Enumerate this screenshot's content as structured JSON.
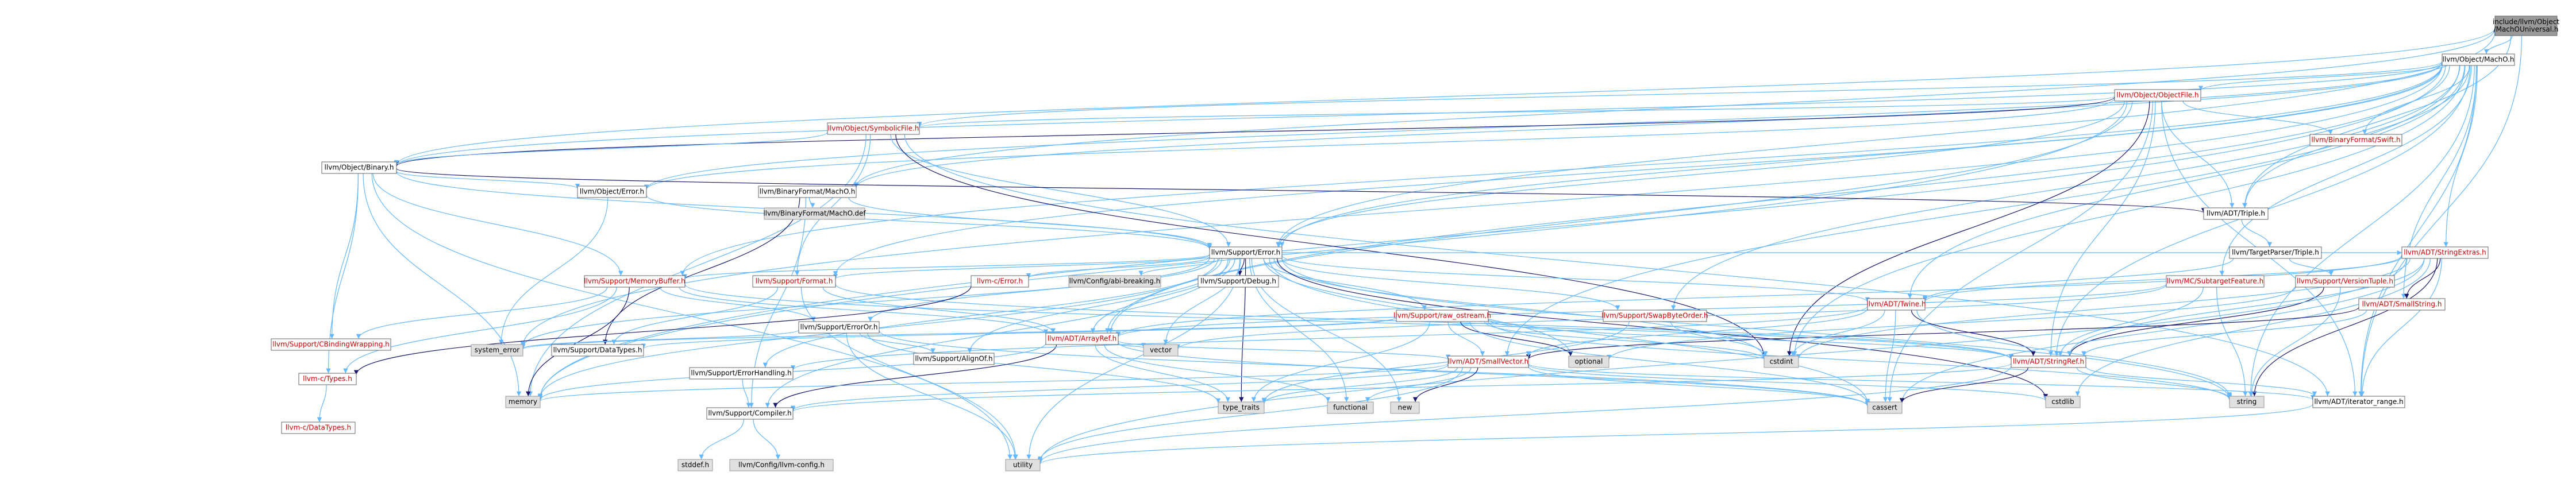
{
  "colors": {
    "root_fill": "#999999",
    "normal_fill": "#ffffff",
    "normal_stroke": "#666666",
    "gray_fill": "#e0e0e0",
    "gray_stroke": "#999999",
    "red_text": "#cc0000",
    "black_text": "#000000",
    "edge_blue": "#63b8ff",
    "edge_dark": "#191970"
  },
  "nodes": [
    {
      "id": "root",
      "lines": [
        "include/llvm/Object",
        "/MachOUniversal.h"
      ],
      "kind": "root"
    },
    {
      "id": "macho",
      "lines": [
        "llvm/Object/MachO.h"
      ],
      "kind": "normal"
    },
    {
      "id": "objectfile",
      "lines": [
        "llvm/Object/ObjectFile.h"
      ],
      "kind": "red"
    },
    {
      "id": "symbolicfile",
      "lines": [
        "llvm/Object/SymbolicFile.h"
      ],
      "kind": "red"
    },
    {
      "id": "swift",
      "lines": [
        "llvm/BinaryFormat/Swift.h"
      ],
      "kind": "red"
    },
    {
      "id": "binary",
      "lines": [
        "llvm/Object/Binary.h"
      ],
      "kind": "normal"
    },
    {
      "id": "objerror",
      "lines": [
        "llvm/Object/Error.h"
      ],
      "kind": "normal"
    },
    {
      "id": "bfmacho",
      "lines": [
        "llvm/BinaryFormat/MachO.h"
      ],
      "kind": "normal"
    },
    {
      "id": "machodef",
      "lines": [
        "llvm/BinaryFormat/MachO.def"
      ],
      "kind": "gray"
    },
    {
      "id": "triple",
      "lines": [
        "llvm/ADT/Triple.h"
      ],
      "kind": "normal"
    },
    {
      "id": "tripleparser",
      "lines": [
        "llvm/TargetParser/Triple.h"
      ],
      "kind": "normal"
    },
    {
      "id": "versiontuple",
      "lines": [
        "llvm/Support/VersionTuple.h"
      ],
      "kind": "red"
    },
    {
      "id": "supporterror",
      "lines": [
        "llvm/Support/Error.h"
      ],
      "kind": "normal"
    },
    {
      "id": "stringextras",
      "lines": [
        "llvm/ADT/StringExtras.h"
      ],
      "kind": "red"
    },
    {
      "id": "subtarget",
      "lines": [
        "llvm/MC/SubtargetFeature.h"
      ],
      "kind": "red"
    },
    {
      "id": "smallstring",
      "lines": [
        "llvm/ADT/SmallString.h"
      ],
      "kind": "red"
    },
    {
      "id": "memorybuffer",
      "lines": [
        "llvm/Support/MemoryBuffer.h"
      ],
      "kind": "red"
    },
    {
      "id": "cbinding",
      "lines": [
        "llvm/Support/CBindingWrapping.h"
      ],
      "kind": "red"
    },
    {
      "id": "ctypes",
      "lines": [
        "llvm-c/Types.h"
      ],
      "kind": "red"
    },
    {
      "id": "cdatatypes",
      "lines": [
        "llvm-c/DataTypes.h"
      ],
      "kind": "red"
    },
    {
      "id": "format",
      "lines": [
        "llvm/Support/Format.h"
      ],
      "kind": "red"
    },
    {
      "id": "cerror",
      "lines": [
        "llvm-c/Error.h"
      ],
      "kind": "red"
    },
    {
      "id": "abibreaking",
      "lines": [
        "llvm/Config/abi-breaking.h"
      ],
      "kind": "gray"
    },
    {
      "id": "debug",
      "lines": [
        "llvm/Support/Debug.h"
      ],
      "kind": "normal"
    },
    {
      "id": "erroror",
      "lines": [
        "llvm/Support/ErrorOr.h"
      ],
      "kind": "normal"
    },
    {
      "id": "alignof",
      "lines": [
        "llvm/Support/AlignOf.h"
      ],
      "kind": "normal"
    },
    {
      "id": "arrayref",
      "lines": [
        "llvm/ADT/ArrayRef.h"
      ],
      "kind": "red"
    },
    {
      "id": "twine",
      "lines": [
        "llvm/ADT/Twine.h"
      ],
      "kind": "red"
    },
    {
      "id": "rawostream",
      "lines": [
        "llvm/Support/raw_ostream.h"
      ],
      "kind": "red"
    },
    {
      "id": "swapbyte",
      "lines": [
        "llvm/Support/SwapByteOrder.h"
      ],
      "kind": "red"
    },
    {
      "id": "smallvector",
      "lines": [
        "llvm/ADT/SmallVector.h"
      ],
      "kind": "red"
    },
    {
      "id": "stringref",
      "lines": [
        "llvm/ADT/StringRef.h"
      ],
      "kind": "red"
    },
    {
      "id": "iterrange",
      "lines": [
        "llvm/ADT/iterator_range.h"
      ],
      "kind": "normal"
    },
    {
      "id": "errorhandling",
      "lines": [
        "llvm/Support/ErrorHandling.h"
      ],
      "kind": "normal"
    },
    {
      "id": "datatypes",
      "lines": [
        "llvm/Support/DataTypes.h"
      ],
      "kind": "normal"
    },
    {
      "id": "compiler",
      "lines": [
        "llvm/Support/Compiler.h"
      ],
      "kind": "normal"
    },
    {
      "id": "llvmconfig",
      "lines": [
        "llvm/Config/llvm-config.h"
      ],
      "kind": "gray"
    },
    {
      "id": "stddef",
      "lines": [
        "stddef.h"
      ],
      "kind": "gray"
    },
    {
      "id": "utility",
      "lines": [
        "utility"
      ],
      "kind": "gray"
    },
    {
      "id": "systemerror",
      "lines": [
        "system_error"
      ],
      "kind": "gray"
    },
    {
      "id": "memory",
      "lines": [
        "memory"
      ],
      "kind": "gray"
    },
    {
      "id": "vector",
      "lines": [
        "vector"
      ],
      "kind": "gray"
    },
    {
      "id": "typetraits",
      "lines": [
        "type_traits"
      ],
      "kind": "gray"
    },
    {
      "id": "functional",
      "lines": [
        "functional"
      ],
      "kind": "gray"
    },
    {
      "id": "new",
      "lines": [
        "new"
      ],
      "kind": "gray"
    },
    {
      "id": "optional",
      "lines": [
        "optional"
      ],
      "kind": "gray"
    },
    {
      "id": "cstdint",
      "lines": [
        "cstdint"
      ],
      "kind": "gray"
    },
    {
      "id": "cassert",
      "lines": [
        "cassert"
      ],
      "kind": "gray"
    },
    {
      "id": "cstdlib",
      "lines": [
        "cstdlib"
      ],
      "kind": "gray"
    },
    {
      "id": "string",
      "lines": [
        "string"
      ],
      "kind": "gray"
    }
  ],
  "edges": [
    [
      "root",
      "macho"
    ],
    [
      "root",
      "triple"
    ],
    [
      "root",
      "binary"
    ],
    [
      "root",
      "iterrange"
    ],
    [
      "root",
      "bfmacho"
    ],
    [
      "root",
      "supporterror"
    ],
    [
      "macho",
      "objectfile"
    ],
    [
      "macho",
      "swift"
    ],
    [
      "macho",
      "symbolicfile"
    ],
    [
      "macho",
      "binary"
    ],
    [
      "macho",
      "objerror"
    ],
    [
      "macho",
      "bfmacho"
    ],
    [
      "macho",
      "supporterror"
    ],
    [
      "macho",
      "triple"
    ],
    [
      "macho",
      "stringextras"
    ],
    [
      "macho",
      "subtarget"
    ],
    [
      "macho",
      "smallstring"
    ],
    [
      "macho",
      "arrayref"
    ],
    [
      "macho",
      "stringref"
    ],
    [
      "macho",
      "iterrange"
    ],
    [
      "macho",
      "format"
    ],
    [
      "macho",
      "memorybuffer"
    ],
    [
      "macho",
      "swapbyte"
    ],
    [
      "macho",
      "cstdint"
    ],
    [
      "macho",
      "memory"
    ],
    [
      "macho",
      "string"
    ],
    [
      "macho",
      "systemerror"
    ],
    [
      "macho",
      "smallvector"
    ],
    [
      "macho",
      "twine"
    ],
    [
      "objectfile",
      "symbolicfile"
    ],
    [
      "objectfile",
      "swift"
    ],
    [
      "objectfile",
      "binary"
    ],
    [
      "objectfile",
      "objerror"
    ],
    [
      "objectfile",
      "triple"
    ],
    [
      "objectfile",
      "supporterror"
    ],
    [
      "objectfile",
      "arrayref"
    ],
    [
      "objectfile",
      "iterrange"
    ],
    [
      "objectfile",
      "cassert"
    ],
    [
      "objectfile",
      "cstdint"
    ],
    [
      "objectfile",
      "memory"
    ],
    [
      "objectfile",
      "stringref"
    ],
    [
      "symbolicfile",
      "binary"
    ],
    [
      "symbolicfile",
      "supporterror"
    ],
    [
      "symbolicfile",
      "format"
    ],
    [
      "symbolicfile",
      "iterrange"
    ],
    [
      "symbolicfile",
      "cstdint"
    ],
    [
      "symbolicfile",
      "memory"
    ],
    [
      "binary",
      "ctypes"
    ],
    [
      "binary",
      "cbinding"
    ],
    [
      "binary",
      "objerror"
    ],
    [
      "binary",
      "supporterror"
    ],
    [
      "binary",
      "memorybuffer"
    ],
    [
      "binary",
      "triple"
    ],
    [
      "binary",
      "memory"
    ],
    [
      "binary",
      "utility"
    ],
    [
      "objerror",
      "supporterror"
    ],
    [
      "objerror",
      "systemerror"
    ],
    [
      "bfmacho",
      "machodef"
    ],
    [
      "bfmacho",
      "supporterror"
    ],
    [
      "bfmacho",
      "datatypes"
    ],
    [
      "bfmacho",
      "compiler"
    ],
    [
      "triple",
      "tripleparser"
    ],
    [
      "tripleparser",
      "twine"
    ],
    [
      "tripleparser",
      "versiontuple"
    ],
    [
      "versiontuple",
      "optional"
    ],
    [
      "versiontuple",
      "string"
    ],
    [
      "versiontuple",
      "stringref"
    ],
    [
      "supporterror",
      "cerror"
    ],
    [
      "supporterror",
      "stringextras"
    ],
    [
      "supporterror",
      "twine"
    ],
    [
      "supporterror",
      "abibreaking"
    ],
    [
      "supporterror",
      "alignof"
    ],
    [
      "supporterror",
      "compiler"
    ],
    [
      "supporterror",
      "debug"
    ],
    [
      "supporterror",
      "errorhandling"
    ],
    [
      "supporterror",
      "erroror"
    ],
    [
      "supporterror",
      "format"
    ],
    [
      "supporterror",
      "rawostream"
    ],
    [
      "supporterror",
      "cassert"
    ],
    [
      "supporterror",
      "cstdint"
    ],
    [
      "supporterror",
      "cstdlib"
    ],
    [
      "supporterror",
      "functional"
    ],
    [
      "supporterror",
      "memory"
    ],
    [
      "supporterror",
      "new"
    ],
    [
      "supporterror",
      "optional"
    ],
    [
      "supporterror",
      "string"
    ],
    [
      "supporterror",
      "systemerror"
    ],
    [
      "supporterror",
      "typetraits"
    ],
    [
      "supporterror",
      "utility"
    ],
    [
      "supporterror",
      "vector"
    ],
    [
      "supporterror",
      "memorybuffer"
    ],
    [
      "supporterror",
      "arrayref"
    ],
    [
      "supporterror",
      "swapbyte"
    ],
    [
      "stringextras",
      "arrayref"
    ],
    [
      "stringextras",
      "smallstring"
    ],
    [
      "stringextras",
      "stringref"
    ],
    [
      "stringextras",
      "twine"
    ],
    [
      "stringextras",
      "cassert"
    ],
    [
      "stringextras",
      "cstddef"
    ],
    [
      "stringextras",
      "cstdint"
    ],
    [
      "stringextras",
      "cstdlib"
    ],
    [
      "stringextras",
      "string"
    ],
    [
      "stringextras",
      "utility"
    ],
    [
      "stringextras",
      "iterrange"
    ],
    [
      "subtarget",
      "arrayref"
    ],
    [
      "subtarget",
      "stringref"
    ],
    [
      "subtarget",
      "string"
    ],
    [
      "subtarget",
      "vector"
    ],
    [
      "smallstring",
      "smallvector"
    ],
    [
      "smallstring",
      "stringref"
    ],
    [
      "memorybuffer",
      "ctypes"
    ],
    [
      "memorybuffer",
      "cbinding"
    ],
    [
      "memorybuffer",
      "arrayref"
    ],
    [
      "memorybuffer",
      "stringref"
    ],
    [
      "memorybuffer",
      "erroror"
    ],
    [
      "memorybuffer",
      "memory"
    ],
    [
      "memorybuffer",
      "cstddef"
    ],
    [
      "ctypes",
      "cdatatypes"
    ],
    [
      "format",
      "arrayref"
    ],
    [
      "format",
      "stringref"
    ],
    [
      "format",
      "datatypes"
    ],
    [
      "format",
      "utility"
    ],
    [
      "cerror",
      "ctypes"
    ],
    [
      "erroror",
      "alignof"
    ],
    [
      "erroror",
      "cassert"
    ],
    [
      "erroror",
      "systemerror"
    ],
    [
      "erroror",
      "typetraits"
    ],
    [
      "erroror",
      "utility"
    ],
    [
      "arrayref",
      "smallvector"
    ],
    [
      "arrayref",
      "compiler"
    ],
    [
      "arrayref",
      "memory"
    ],
    [
      "arrayref",
      "typetraits"
    ],
    [
      "arrayref",
      "vector"
    ],
    [
      "arrayref",
      "functional"
    ],
    [
      "arrayref",
      "cassert"
    ],
    [
      "twine",
      "smallvector"
    ],
    [
      "twine",
      "stringref"
    ],
    [
      "twine",
      "errorhandling"
    ],
    [
      "twine",
      "cassert"
    ],
    [
      "twine",
      "cstdint"
    ],
    [
      "twine",
      "string"
    ],
    [
      "rawostream",
      "stringref"
    ],
    [
      "rawostream",
      "datatypes"
    ],
    [
      "rawostream",
      "optional"
    ],
    [
      "rawostream",
      "systemerror"
    ],
    [
      "rawostream",
      "cassert"
    ],
    [
      "rawostream",
      "cstdint"
    ],
    [
      "rawostream",
      "string"
    ],
    [
      "rawostream",
      "typetraits"
    ],
    [
      "rawostream",
      "smallvector"
    ],
    [
      "swapbyte",
      "bitfields"
    ],
    [
      "swapbyte",
      "cstdint"
    ],
    [
      "swapbyte",
      "typetraits"
    ],
    [
      "smallvector",
      "compiler"
    ],
    [
      "smallvector",
      "typetraits"
    ],
    [
      "smallvector",
      "functional"
    ],
    [
      "smallvector",
      "memory"
    ],
    [
      "smallvector",
      "new"
    ],
    [
      "smallvector",
      "cassert"
    ],
    [
      "smallvector",
      "cstdlib"
    ],
    [
      "smallvector",
      "utility"
    ],
    [
      "smallvector",
      "iterrange"
    ],
    [
      "stringref",
      "iterrange"
    ],
    [
      "stringref",
      "compiler"
    ],
    [
      "stringref",
      "cassert"
    ],
    [
      "stringref",
      "string"
    ],
    [
      "stringref",
      "utility"
    ],
    [
      "iterrange",
      "utility"
    ],
    [
      "errorhandling",
      "compiler"
    ],
    [
      "compiler",
      "llvmconfig"
    ],
    [
      "compiler",
      "stddef"
    ]
  ]
}
